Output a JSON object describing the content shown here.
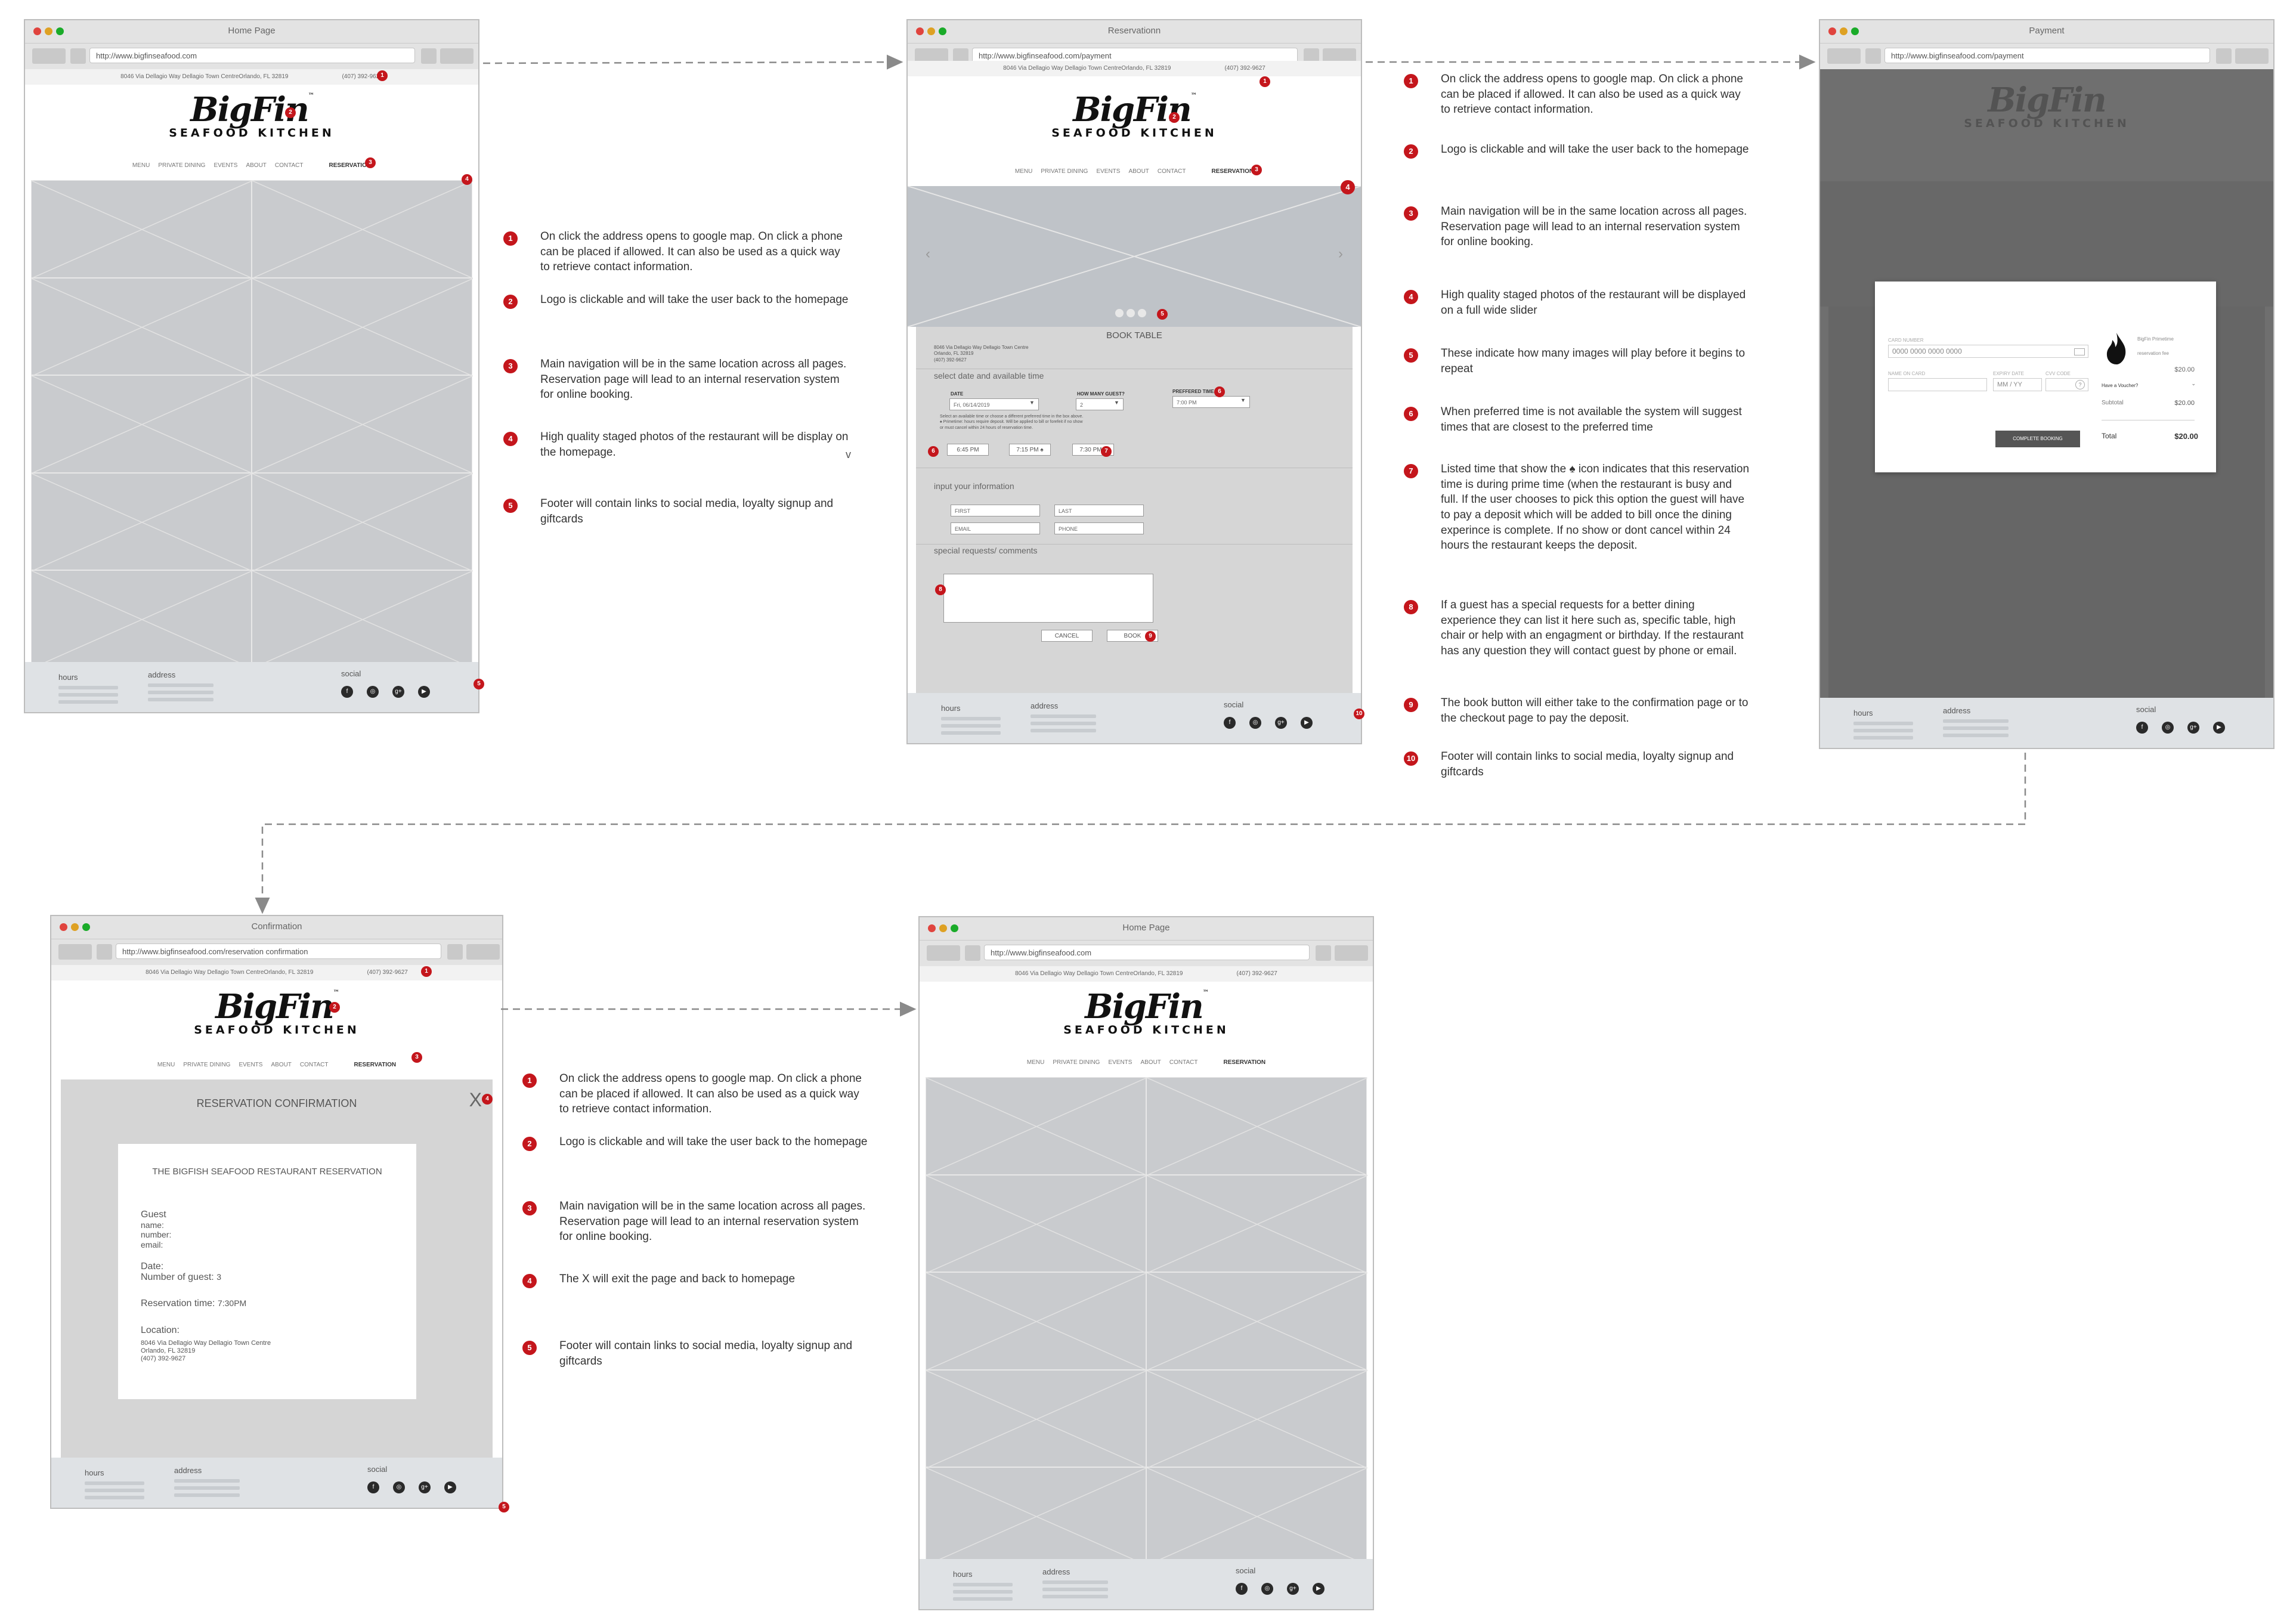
{
  "site": {
    "address": "8046 Via Dellagio Way Dellagio Town CentreOrlando, FL 32819",
    "phone": "(407) 392-9627",
    "logo_big": "BigFin",
    "logo_tm": "™",
    "logo_sub": "SEAFOOD KITCHEN",
    "nav": [
      "MENU",
      "PRIVATE DINING",
      "EVENTS",
      "ABOUT",
      "CONTACT"
    ],
    "nav_active": "RESERVATION",
    "footer_hours": "hours",
    "footer_address": "address",
    "footer_social": "social",
    "social_icons": [
      "facebook-icon",
      "instagram-icon",
      "google-plus-icon",
      "youtube-icon"
    ],
    "social_glyphs": [
      "f",
      "◎",
      "g+",
      "▶"
    ]
  },
  "screens": {
    "home": {
      "title": "Home Page",
      "url": "http://www.bigfinseafood.com"
    },
    "reservation": {
      "title": "Reservationn",
      "url": "http://www.bigfinseafood.com/payment"
    },
    "payment": {
      "title": "Payment",
      "url": "http://www.bigfinseafood.com/payment"
    },
    "confirmation": {
      "title": "Confirmation",
      "url": "http://www.bigfinseafood.com/reservation confirmation"
    },
    "home2": {
      "title": "Home Page",
      "url": "http://www.bigfinseafood.com"
    }
  },
  "reservation_form": {
    "book_table": "BOOK TABLE",
    "address_line1": "8046 Via Dellagio Way Dellagio Town Centre",
    "address_line2": "Orlando, FL 32819",
    "address_line3": "(407) 392-9627",
    "select_heading": "select date and available time",
    "date_label": "DATE",
    "date_value": "Fri, 06/14/2019",
    "guests_label": "HOW MANY GUEST?",
    "guests_value": "2",
    "time_label": "PREFFERED TIME",
    "time_value": "7:00 PM",
    "note1": "Select an available time or choose a different preferred time in the box above.",
    "note2": "♠ Primetime: hours require deposit. Will be applied to bill or forefeit if no show",
    "note3": "or must cancel within 24 hours of reservation time.",
    "slots": [
      "6:45 PM",
      "7:15 PM ♠",
      "7:30 PM ♠"
    ],
    "info_heading": "input your information",
    "first_placeholder": "FIRST",
    "last_placeholder": "LAST",
    "email_placeholder": "EMAIL",
    "phone_placeholder": "PHONE",
    "requests_heading": "special requests/ comments",
    "cancel": "CANCEL",
    "book": "BOOK"
  },
  "payment_modal": {
    "card_label": "CARD NUMBER",
    "card_placeholder": "0000 0000 0000 0000",
    "name_label": "NAME ON CARD",
    "expiry_label": "EXPIRY DATE",
    "expiry_placeholder": "MM / YY",
    "cvv_label": "CVV CODE",
    "merchant": "BigFin Primetime",
    "merchant_sub": "reservation fee",
    "price": "$20.00",
    "voucher": "Have a Voucher?",
    "subtotal_label": "Subtotal",
    "subtotal": "$20.00",
    "total_label": "Total",
    "total": "$20.00",
    "complete": "COMPLETE BOOKING"
  },
  "confirmation_page": {
    "heading": "RESERVATION CONFIRMATION",
    "close": "X",
    "card_title": "THE BIGFISH SEAFOOD RESTAURANT RESERVATION",
    "guest": "Guest",
    "name": "name:",
    "number": "number:",
    "email": "email:",
    "date": "Date:",
    "guests_count_label": "Number of guest:",
    "guests_count": "3",
    "time_label": "Reservation time:",
    "time": "7:30PM",
    "location": "Location:",
    "loc1": "8046 Via Dellagio Way Dellagio Town Centre",
    "loc2": "Orlando, FL 32819",
    "loc3": "(407) 392-9627"
  },
  "notes_home": [
    {
      "n": "1",
      "text": "On click the address opens to google map. On click a phone can be placed if allowed. It can also be used as a quick way to retrieve contact information."
    },
    {
      "n": "2",
      "text": "Logo is clickable and will take the user back to the homepage"
    },
    {
      "n": "3",
      "text": "Main navigation  will be in the same location across all pages.\nReservation  page will lead to an internal reservation system for online booking."
    },
    {
      "n": "4",
      "text": "High quality staged photos of the restaurant will be display on the homepage."
    },
    {
      "n": "5",
      "text": "Footer  will contain links to social media, loyalty signup and giftcards"
    }
  ],
  "notes_reservation": [
    {
      "n": "1",
      "text": "On click the address opens to google map. On click a phone can be placed if allowed. It can also be used as a quick way to retrieve contact information."
    },
    {
      "n": "2",
      "text": "Logo is clickable and will take the user back to the homepage"
    },
    {
      "n": "3",
      "text": "Main navigation  will be in the same location across all pages.\nReservation  page will lead to an internal reservation system for online booking."
    },
    {
      "n": "4",
      "text": "High quality staged photos of the restaurant will be displayed on a full wide slider"
    },
    {
      "n": "5",
      "text": "These indicate how many images will play before it begins to repeat"
    },
    {
      "n": "6",
      "text": "When preferred time is not available the system will suggest times that are closest to the preferred time"
    },
    {
      "n": "7",
      "text": "Listed time that show the ♠ icon indicates that this reservation time is during prime time (when the restaurant is busy and full. If the user chooses to pick this option the guest will have to pay a deposit which will be added to bill once the dining experince is complete. If no show or dont cancel within 24 hours the restaurant keeps the deposit."
    },
    {
      "n": "8",
      "text": "If a guest has a special requests for a better dining experience they can list it here such as, specific table, high chair or help with an engagment or birthday. If the restaurant has any question  they will contact guest by phone or email."
    },
    {
      "n": "9",
      "text": "The book button will either take to the confirmation page or to the checkout page to pay the deposit."
    },
    {
      "n": "10",
      "text": "Footer  will contain links to social media, loyalty signup and giftcards"
    }
  ],
  "notes_confirmation": [
    {
      "n": "1",
      "text": "On click the address opens to google map. On click a phone can be placed if allowed. It can also be used as a quick way to retrieve contact information."
    },
    {
      "n": "2",
      "text": "Logo is clickable and will take the user back to the homepage"
    },
    {
      "n": "3",
      "text": "Main navigation  will be in the same location across all pages.\nReservation  page will lead to an internal reservation system for online booking."
    },
    {
      "n": "4",
      "text": "The X will exit the page and back to homepage"
    },
    {
      "n": "5",
      "text": "Footer  will contain links to social media, loyalty signup and giftcards"
    }
  ],
  "stray_mark": "v"
}
